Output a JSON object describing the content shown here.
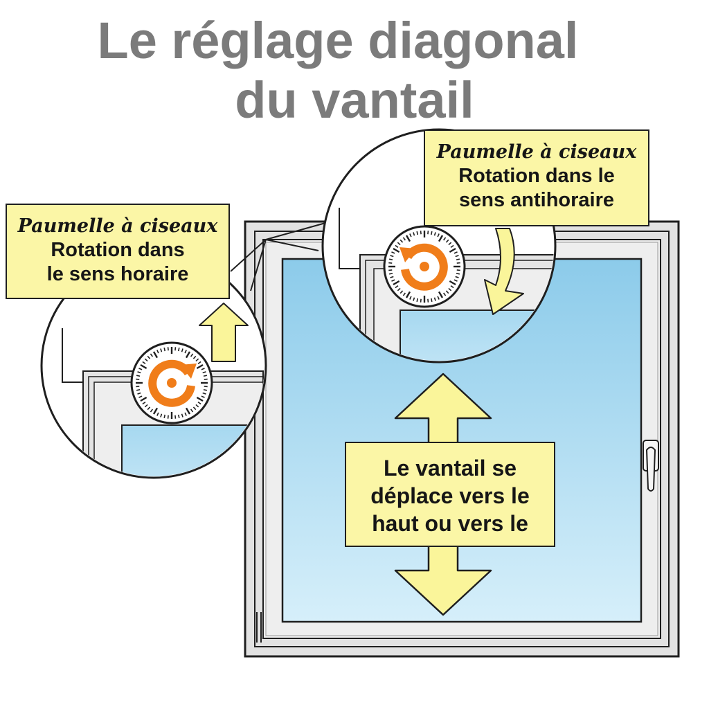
{
  "title": {
    "line1": "Le réglage diagonal",
    "line2": "du vantail"
  },
  "callouts": {
    "left": {
      "heading": "Paumelle à ciseaux",
      "line1": "Rotation dans",
      "line2": "le sens horaire"
    },
    "right": {
      "heading": "Paumelle à ciseaux",
      "line1": "Rotation dans le",
      "line2": "sens antihoraire"
    },
    "center": {
      "line1": "Le vantail se",
      "line2": "déplace vers le",
      "line3": "haut ou vers le"
    }
  },
  "colors": {
    "accent_orange": "#f07d1a",
    "callout_yellow": "#fbf6a6",
    "arrow_yellow": "#faf59a",
    "glass_top": "#8ccbea",
    "glass_bottom": "#d6effa",
    "frame_gray": "#e2e2e2",
    "outline": "#1f1f1f",
    "title_gray": "#7b7b7b"
  },
  "icons": {
    "dial_left": "clockwise-rotation-dial-icon",
    "dial_right": "counterclockwise-rotation-dial-icon",
    "arrow_up": "arrow-up-icon",
    "arrow_curved": "curved-arrow-down-icon",
    "arrow_double": "double-arrow-vertical-icon",
    "handle": "window-handle-icon"
  }
}
